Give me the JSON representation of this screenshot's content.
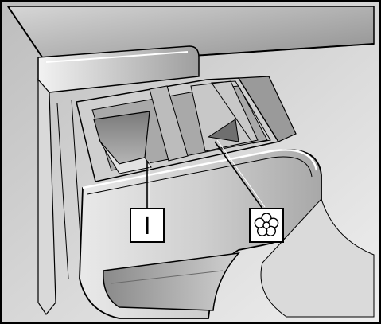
{
  "callouts": {
    "main_wash": {
      "symbol": "I",
      "meaning": "main-wash-compartment"
    },
    "softener": {
      "symbol": "flower",
      "meaning": "fabric-softener-compartment"
    }
  },
  "colors": {
    "outline": "#000000",
    "panel_light": "#e6e6e6",
    "panel_mid": "#c4c4c4",
    "panel_dark": "#8a8a8a",
    "label_box": "#ffffff"
  }
}
